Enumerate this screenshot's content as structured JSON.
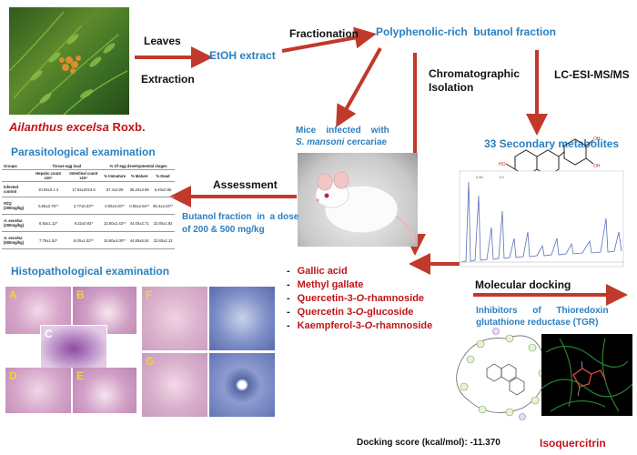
{
  "plant": {
    "name": "Ailanthus excelsa",
    "author": "Roxb."
  },
  "flow": {
    "leaves": "Leaves",
    "extraction": "Extraction",
    "etoh": "EtOH extract",
    "fractionation": "Fractionation",
    "butanol": "Polyphenolic-rich  butanol fraction",
    "chromatographic": "Chromatographic",
    "isolation": "Isolation",
    "lcms": "LC-ESI-MS/MS",
    "metabolites": "33 Secondary metabolites",
    "mice_line1": "Mice    infected    with",
    "mice_species": "S. mansoni",
    "mice_line2": " cercariae",
    "assessment": "Assessment",
    "dose_line1": "Butanol fraction  in  a dose",
    "dose_line2": "of 200 & 500 mg/kg",
    "parasitological": "Parasitological examination",
    "histopathological": "Histopathological examination",
    "molecular_docking": "Molecular docking",
    "inhibitors_line1": "Inhibitors      of      Thioredoxin",
    "inhibitors_line2": "glutathione reductase (TGR)",
    "docking_score": "Docking score (kcal/mol): -11.370",
    "isoquercitrin": "Isoquercitrin"
  },
  "compounds": [
    {
      "pre": "Gallic acid",
      "ital": "",
      "post": ""
    },
    {
      "pre": "Methyl gallate",
      "ital": "",
      "post": ""
    },
    {
      "pre": "Quercetin-3-",
      "ital": "O",
      "post": "-rhamnoside"
    },
    {
      "pre": "Quercetin 3-",
      "ital": "O",
      "post": "-glucoside"
    },
    {
      "pre": "Kaempferol-3-",
      "ital": "O",
      "post": "-rhamnoside"
    }
  ],
  "compound_dash": "-",
  "table": {
    "h_groups": "Groups",
    "h_egg": "Tissue egg load",
    "h_stages": "% Of egg developmental stages",
    "h_hepatic": "Hepatic count x10⁴",
    "h_intestinal": "Intestinal count x10⁴",
    "h_immature": "% Immature",
    "h_mature": "% Mature",
    "h_dead": "% Dead",
    "rows": [
      {
        "g1": "Infected control",
        "g2": "",
        "c1": "10.94±0.1.3",
        "c2": "17.92±2024.6",
        "c3": "57.4±3.09",
        "c4": "36.20±3.59",
        "c5": "6.40±0.65"
      },
      {
        "g1": "PZQ",
        "g2": "(200mg/kg)",
        "c1": "5.65±0.75**",
        "c2": "3.77±0.33**",
        "c3": "0.00±0.00**",
        "c4": "0.60±2.54**",
        "c5": "95.4±2.04**"
      },
      {
        "g1": "A. excelsa",
        "g2": "(200mg/kg)",
        "c1": "8.93±1.12*",
        "c2": "9.22±0.93*",
        "c3": "33.80±2.43**",
        "c4": "44.00±2.71",
        "c5": "22.80±1.92"
      },
      {
        "g1": "A. excelsa",
        "g2": "(500mg/kg)",
        "c1": "7.79±1.52*",
        "c2": "6.00±1.32**",
        "c3": "34.80±4.00**",
        "c4": "44.80±5.54",
        "c5": "22.80±2.13"
      }
    ]
  },
  "panels": {
    "a": "A",
    "b": "B",
    "c": "C",
    "d": "D",
    "e": "E",
    "f": "F",
    "g": "G"
  },
  "chromatogram": {
    "tick1": "0.50",
    "tick2": "1.0"
  },
  "colors": {
    "blue": "#2a7fbf",
    "red": "#c0141a",
    "arrow": "#c0392b",
    "panel_label": "#f4d03f"
  }
}
